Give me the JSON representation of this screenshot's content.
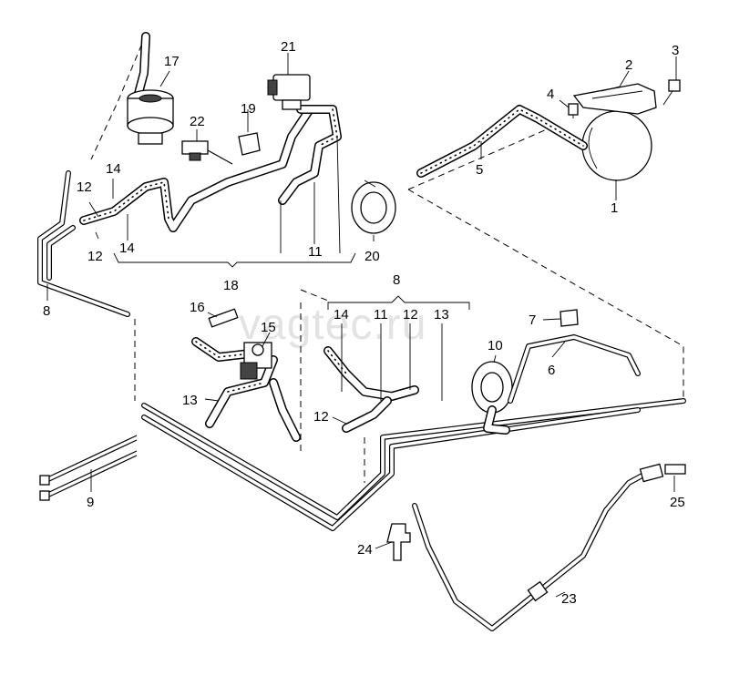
{
  "watermark": "vagtec.ru",
  "callouts": {
    "c1": "1",
    "c2": "2",
    "c3": "3",
    "c4": "4",
    "c5": "5",
    "c6": "6",
    "c7": "7",
    "c8a": "8",
    "c8b": "8",
    "c9": "9",
    "c10": "10",
    "c11a": "11",
    "c11b": "11",
    "c12a": "12",
    "c12b": "12",
    "c12c": "12",
    "c12d": "12",
    "c13a": "13",
    "c13b": "13",
    "c14a": "14",
    "c14b": "14",
    "c14c": "14",
    "c15": "15",
    "c16": "16",
    "c17": "17",
    "c18": "18",
    "c19": "19",
    "c20": "20",
    "c21": "21",
    "c22": "22",
    "c23": "23",
    "c24": "24",
    "c25": "25"
  }
}
